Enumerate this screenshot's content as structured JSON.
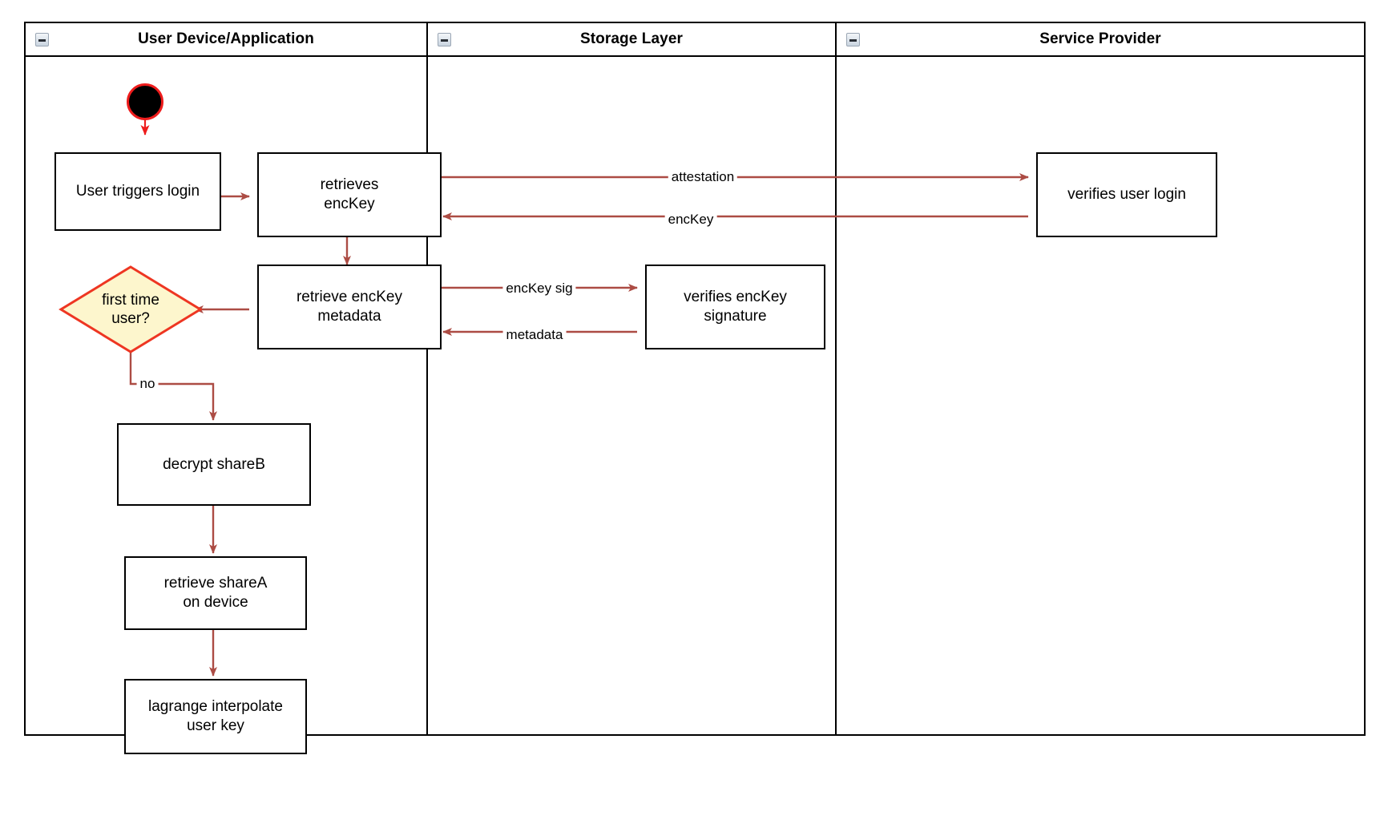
{
  "diagram": {
    "type": "swimlane-activity-diagram",
    "background": "#ffffff",
    "colors": {
      "lane_border": "#000000",
      "node_border": "#000000",
      "node_fill": "#ffffff",
      "edge": "#ac4c44",
      "start_edge": "#ee1c1c",
      "start_border": "#ee1c1c",
      "start_fill": "#000000",
      "decision_border": "#ee3622",
      "decision_fill": "#fdf6cd",
      "text": "#000000"
    }
  },
  "lanes": [
    {
      "id": "user-device",
      "title": "User Device/Application",
      "collapse_icon": "collapse-minus-icon"
    },
    {
      "id": "storage-layer",
      "title": "Storage Layer",
      "collapse_icon": "collapse-minus-icon"
    },
    {
      "id": "service-provider",
      "title": "Service Provider",
      "collapse_icon": "collapse-minus-icon"
    }
  ],
  "nodes": {
    "start": {
      "name": "start-node",
      "label": ""
    },
    "user_triggers_login": {
      "label": "User triggers login"
    },
    "retrieves_enckey": {
      "label": "retrieves\nencKey"
    },
    "retrieve_enckey_metadata": {
      "label": "retrieve encKey\nmetadata"
    },
    "first_time_user": {
      "label": "first time\nuser?"
    },
    "decrypt_shareb": {
      "label": "decrypt shareB"
    },
    "retrieve_sharea": {
      "label": "retrieve shareA\non device"
    },
    "lagrange_interpolate": {
      "label": "lagrange interpolate\nuser key"
    },
    "verifies_enckey_signature": {
      "label": "verifies encKey\nsignature"
    },
    "verifies_user_login": {
      "label": "verifies user login"
    }
  },
  "edge_labels": {
    "attestation": "attestation",
    "enckey": "encKey",
    "enckey_sig": "encKey sig",
    "metadata": "metadata",
    "no": "no"
  }
}
